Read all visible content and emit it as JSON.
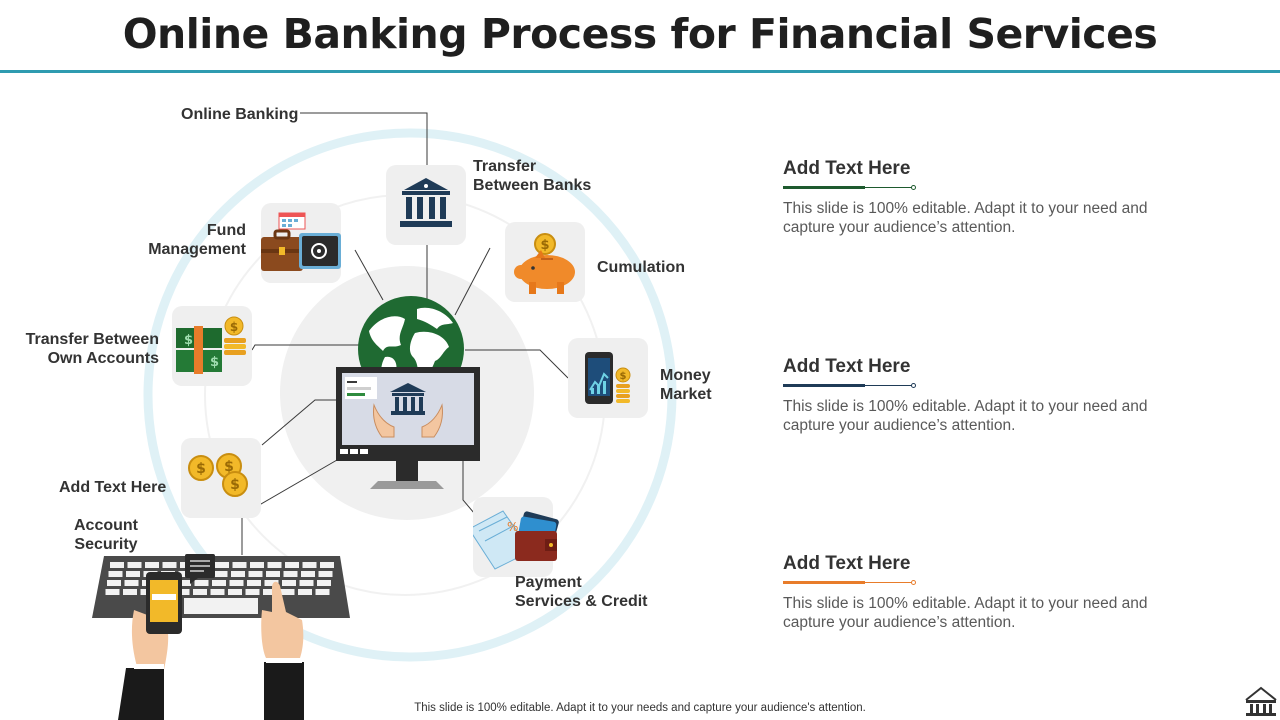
{
  "slide": {
    "title": "Online Banking Process for Financial Services",
    "footer": "This slide is 100% editable. Adapt it to your needs and capture your audience's attention."
  },
  "diagram": {
    "labels": {
      "online_banking": "Online Banking",
      "transfer_between_banks": "Transfer\nBetween Banks",
      "cumulation": "Cumulation",
      "money_market": "Money\nMarket",
      "payment_services": "Payment\nServices & Credit",
      "fund_management": "Fund\nManagement",
      "transfer_own": "Transfer Between\nOwn Accounts",
      "add_text": "Add  Text Here",
      "account_security": "Account\nSecurity"
    },
    "icons": [
      "bank-icon",
      "piggy-bank-icon",
      "mobile-chart-icon",
      "cards-wallet-icon",
      "briefcase-safe-icon",
      "cash-coins-icon",
      "gold-coins-icon",
      "globe-icon",
      "monitor-bank-icon",
      "keyboard-phone-hands-icon"
    ]
  },
  "right_panel": {
    "items": [
      {
        "heading": "Add Text Here",
        "body": "This slide is 100% editable. Adapt it to your  need and capture your audience’s attention.",
        "accent": "#1e5a2e"
      },
      {
        "heading": "Add Text Here",
        "body": "This slide is 100% editable. Adapt it to your  need and capture your audience’s attention.",
        "accent": "#1f3b57"
      },
      {
        "heading": "Add Text Here",
        "body": "This slide is 100% editable. Adapt it to your  need and capture your audience’s attention.",
        "accent": "#e87c2a"
      }
    ]
  }
}
